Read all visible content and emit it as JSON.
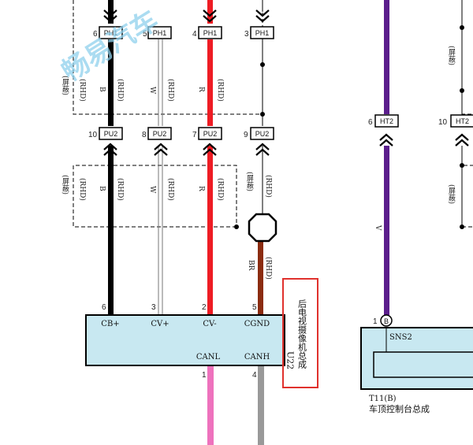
{
  "watermark": "畅易汽车",
  "connectors": {
    "ph1": "PH1",
    "pu2": "PU2",
    "ht2": "HT2"
  },
  "pins": {
    "black_ph1": "6",
    "white_ph1": "5",
    "red_ph1": "4",
    "right_ph1": "3",
    "black_pu2": "10",
    "white_pu2": "8",
    "red_pu2": "7",
    "right_pu2": "9",
    "violet_ht2": "6",
    "right_ht2": "10",
    "cam_cb": "6",
    "cam_cv_plus": "3",
    "cam_cv_minus": "2",
    "cam_cgnd": "5",
    "cam_canl": "1",
    "cam_canh": "4",
    "sns2": "1"
  },
  "wire_labels": {
    "shield": "(屏蔽)",
    "rhd": "(RHD)",
    "b": "B",
    "w": "W",
    "r": "R",
    "br": "BR",
    "v": "V"
  },
  "camera": {
    "signals": {
      "cb": "CB+",
      "cv_plus": "CV+",
      "cv_minus": "CV-",
      "cgnd": "CGND",
      "canl": "CANL",
      "canh": "CANH"
    },
    "code": "U22",
    "name": "后电视摄像机总成"
  },
  "console": {
    "signal": "SNS2",
    "pin_letter": "B",
    "code": "T11(B)",
    "name": "车顶控制台总成"
  },
  "colors": {
    "wire_black": "#000000",
    "wire_red": "#ee1c24",
    "wire_brown": "#8b2c10",
    "wire_violet": "#5b1e8c",
    "wire_pink": "#ee72bd",
    "wire_gray": "#999999",
    "component_fill": "#c8e8f1",
    "highlight": "#e0312d"
  }
}
